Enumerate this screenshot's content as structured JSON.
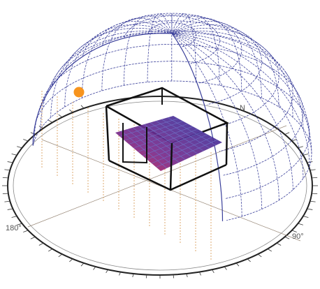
{
  "labels": {
    "north": "N",
    "east": "90°",
    "south": "180°"
  },
  "colors": {
    "dome_wire": "#3a3f9a",
    "dome_wire_light": "#8a8fc8",
    "sun": "#f7941d",
    "sun_drop": "#d9a060",
    "ring": "#222222",
    "room": "#111111",
    "plane_top": "#3a2f9a",
    "plane_hot": "#d01a4a"
  }
}
